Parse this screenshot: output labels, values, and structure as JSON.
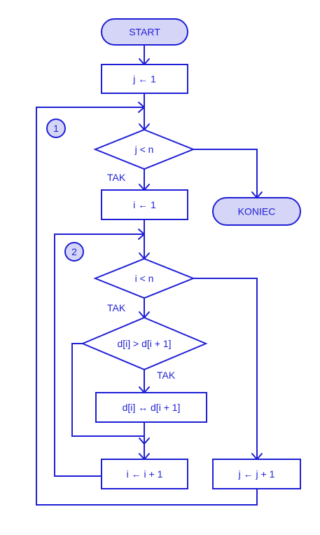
{
  "colors": {
    "line": "#1f1fd6",
    "terminal_fill": "#d5d5f7",
    "background": "#ffffff"
  },
  "nodes": {
    "start": "START",
    "init_j": "j ← 1",
    "cond_j": "j < n",
    "init_i": "i ← 1",
    "end": "KONIEC",
    "cond_i": "i < n",
    "cond_compare": "d[i] > d[i + 1]",
    "swap": "d[i] ↔ d[i + 1]",
    "inc_i": "i ← i + 1",
    "inc_j": "j ← j + 1"
  },
  "labels": {
    "yes_1": "TAK",
    "yes_2": "TAK",
    "yes_3": "TAK"
  },
  "loops": {
    "outer": "1",
    "inner": "2"
  }
}
